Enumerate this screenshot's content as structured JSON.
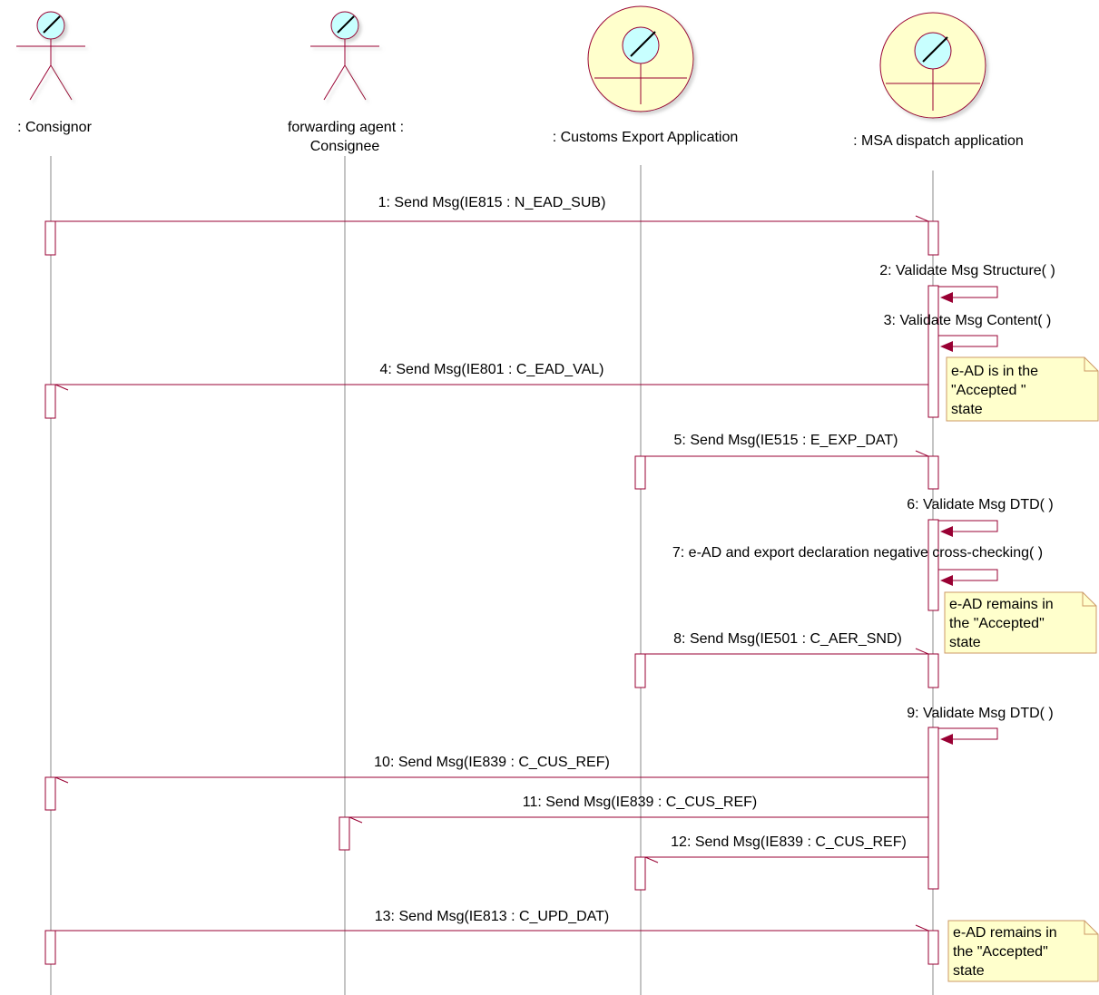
{
  "colors": {
    "line": "#990033",
    "arrowhead": "#990033",
    "actor_head": "#c8ffff",
    "boundary_fill": "#ffffcc",
    "note_fill": "#ffffcc",
    "note_border": "#cc9966",
    "lifeline": "#888888"
  },
  "participants": [
    {
      "id": "consignor",
      "kind": "actor",
      "label_lines": [
        ": Consignor"
      ]
    },
    {
      "id": "forwarding",
      "kind": "actor",
      "label_lines": [
        "forwarding agent :",
        "Consignee"
      ]
    },
    {
      "id": "customs",
      "kind": "application",
      "label_lines": [
        ": Customs Export Application"
      ]
    },
    {
      "id": "msa",
      "kind": "application",
      "label_lines": [
        ": MSA dispatch application"
      ]
    }
  ],
  "messages": [
    {
      "num": 1,
      "text": "1: Send Msg(IE815 : N_EAD_SUB)",
      "from": "consignor",
      "to": "msa"
    },
    {
      "num": 2,
      "text": "2: Validate Msg Structure( )",
      "from": "msa",
      "to": "msa"
    },
    {
      "num": 3,
      "text": "3: Validate Msg Content( )",
      "from": "msa",
      "to": "msa"
    },
    {
      "num": 4,
      "text": "4: Send Msg(IE801 : C_EAD_VAL)",
      "from": "msa",
      "to": "consignor"
    },
    {
      "num": 5,
      "text": "5: Send Msg(IE515 : E_EXP_DAT)",
      "from": "customs",
      "to": "msa"
    },
    {
      "num": 6,
      "text": "6: Validate Msg DTD( )",
      "from": "msa",
      "to": "msa"
    },
    {
      "num": 7,
      "text": "7: e-AD and export declaration negative cross-checking( )",
      "from": "msa",
      "to": "msa"
    },
    {
      "num": 8,
      "text": "8: Send Msg(IE501 : C_AER_SND)",
      "from": "customs",
      "to": "msa"
    },
    {
      "num": 9,
      "text": "9: Validate Msg DTD( )",
      "from": "msa",
      "to": "msa"
    },
    {
      "num": 10,
      "text": "10: Send Msg(IE839 : C_CUS_REF)",
      "from": "msa",
      "to": "consignor"
    },
    {
      "num": 11,
      "text": "11: Send Msg(IE839 : C_CUS_REF)",
      "from": "msa",
      "to": "forwarding"
    },
    {
      "num": 12,
      "text": "12: Send Msg(IE839 : C_CUS_REF)",
      "from": "msa",
      "to": "customs"
    },
    {
      "num": 13,
      "text": "13: Send Msg(IE813 : C_UPD_DAT)",
      "from": "consignor",
      "to": "msa"
    }
  ],
  "notes": [
    {
      "lines": [
        "e-AD is in the",
        "\"Accepted \"",
        "state"
      ]
    },
    {
      "lines": [
        "e-AD remains in",
        "the \"Accepted\"",
        "state"
      ]
    },
    {
      "lines": [
        "e-AD remains in",
        "the \"Accepted\"",
        "state"
      ]
    }
  ]
}
